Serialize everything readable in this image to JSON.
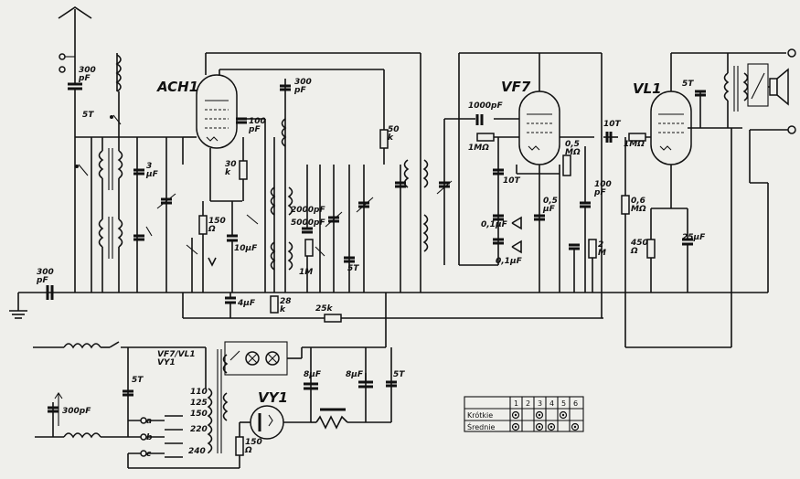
{
  "tubes": {
    "ach1": "ACH1",
    "vf7": "VF7",
    "vl1": "VL1",
    "vy1": "VY1",
    "heater_label": "VF7/VL1\nVY1"
  },
  "labels": {
    "ant_cap": "300\npF",
    "c_5t_ant": "5T",
    "c_5t_aux": "5T",
    "c_100pf_osc": "100\npF",
    "c_300pf_pad": "300\npF",
    "r_30k": "30\nk",
    "r_150": "150\nΩ",
    "c_10uf": "10μF",
    "c_2000pf": "2000pF",
    "c_5000pf": "5000pF",
    "c_ant_trim": "3\nµF",
    "r_1m_a": "1M",
    "c_5t_osc": "5T",
    "r_50k": "50\nk",
    "c_4uf": "4μF",
    "r_25k": "25k",
    "r_28k": "28\nk",
    "c_1000pf": "1000pF",
    "r_1m_grid": "1MΩ",
    "c_10t": "10T",
    "c_01uf_a": "0,1μF",
    "c_01uf_b": "0,1μF",
    "c_05uf": "0,5\nμF",
    "r_05m": "0,5\nMΩ",
    "c_100pf_out": "100\npF",
    "r_2m": "2\nM",
    "c_10t_vl1": "10T",
    "r_1mohm_vl1": "1MΩ",
    "r_06m": "0,6\nMΩ",
    "r_450": "450\nΩ",
    "c_25uf": "25μF",
    "c_5t_out": "5T",
    "c_8uf_a": "8μF",
    "c_8uf_b": "8μF",
    "c_5t_hv": "5T",
    "c_5t_mains": "5T",
    "c_300pf_mains": "300pF",
    "r_150_rect": "150\nΩ",
    "tap_110": "110",
    "tap_125": "125",
    "tap_150": "150",
    "tap_220": "220",
    "tap_240": "240",
    "sw_a": "a",
    "sw_b": "b",
    "sw_c": "c",
    "gnd_cap": "300\npF"
  },
  "switch_table": {
    "headers": [
      "",
      "1",
      "2",
      "3",
      "4",
      "5",
      "6"
    ],
    "rows": [
      {
        "label": "Krótkie",
        "marks": [
          true,
          false,
          true,
          false,
          true,
          false
        ]
      },
      {
        "label": "Średnie",
        "marks": [
          true,
          false,
          true,
          true,
          false,
          true
        ]
      }
    ]
  }
}
